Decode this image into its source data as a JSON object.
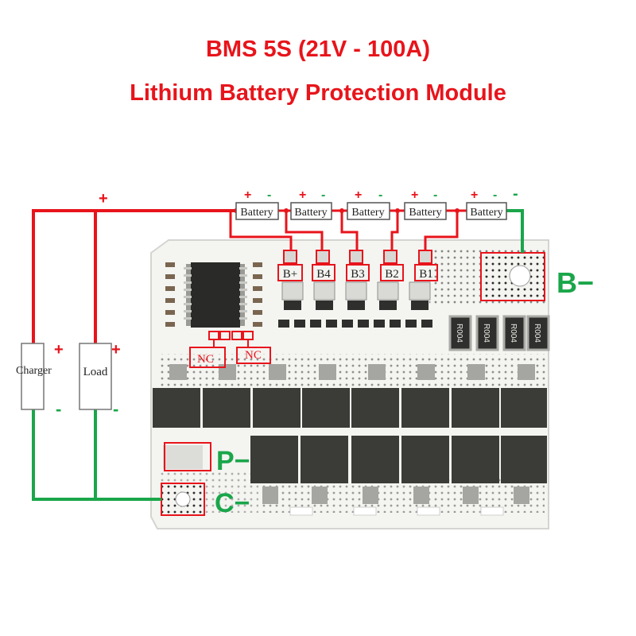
{
  "header": {
    "title": "BMS 5S (21V - 100A)",
    "subtitle": "Lithium Battery Protection Module"
  },
  "batteries": {
    "label": "Battery",
    "plus": "+",
    "minus": "-",
    "cells": [
      "Battery",
      "Battery",
      "Battery",
      "Battery",
      "Battery"
    ]
  },
  "pads": [
    "B+",
    "B4",
    "B3",
    "B2",
    "B1"
  ],
  "nc_labels": [
    "NC",
    "NC"
  ],
  "terminals": {
    "b_minus": "B−",
    "p_minus": "P−",
    "c_minus": "C−"
  },
  "charger": {
    "label": "Charger",
    "plus": "+",
    "minus": "-"
  },
  "load": {
    "label": "Load",
    "plus": "+",
    "minus": "-"
  },
  "top_plus": "+",
  "resistor_marking": "R004",
  "colors": {
    "red": "#e8141b",
    "green": "#1aa64a",
    "board": "#f4f4f1",
    "component": "#3b3b37"
  }
}
